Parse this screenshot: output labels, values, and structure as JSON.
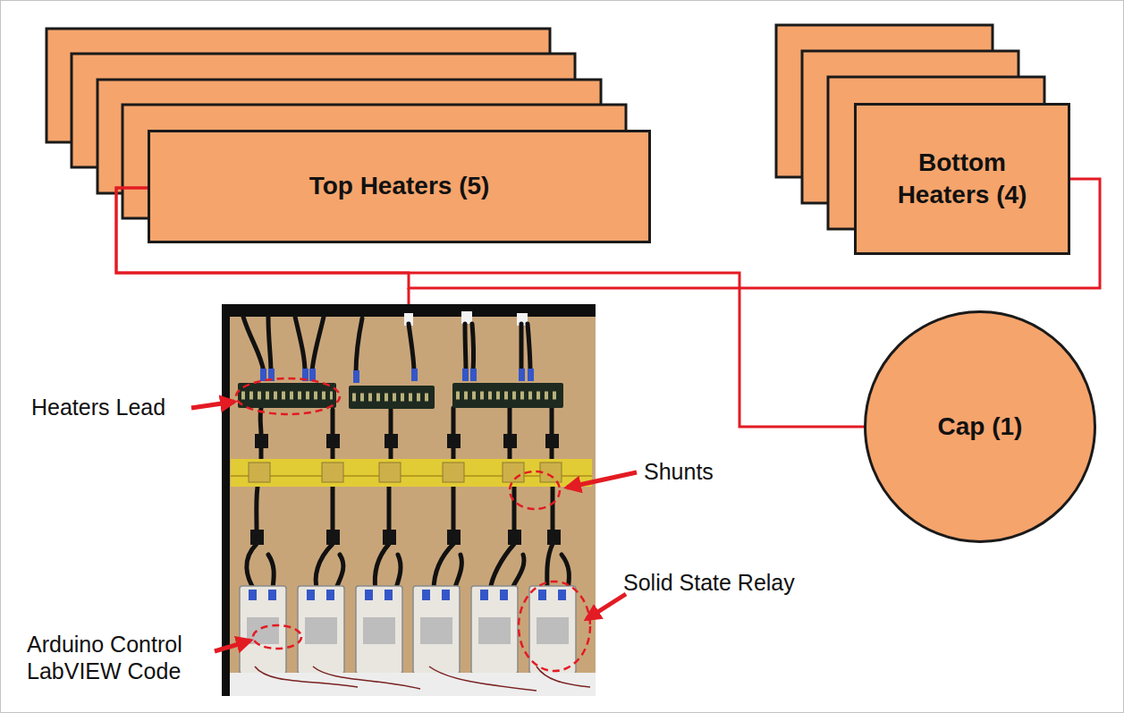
{
  "diagram": {
    "nodes": [
      {
        "text": [
          "Top Heaters (5)"
        ]
      },
      {
        "text": [
          "Bottom Heaters (4)"
        ]
      },
      {
        "text": [
          "Cap (1)"
        ]
      }
    ],
    "edges": [
      {
        "from": 0,
        "to": 2,
        "arrow": "none"
      },
      {
        "from": 1,
        "to": 0,
        "arrow": "none"
      }
    ],
    "labels": [
      "Heaters Lead",
      "Shunts",
      "Solid State Relay",
      "Arduino Control LabVIEW Code"
    ]
  }
}
